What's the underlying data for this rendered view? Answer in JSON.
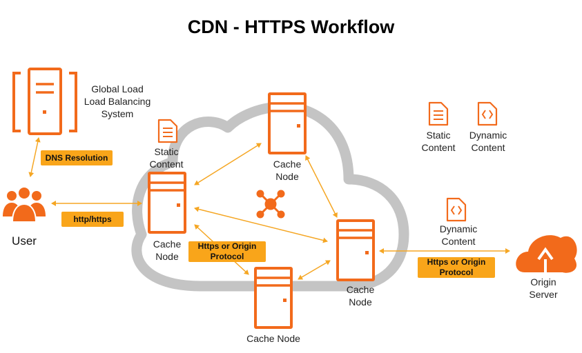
{
  "title": "CDN - HTTPS Workflow",
  "labels": {
    "global_load": "Global Load\nLoad Balancing\nSystem",
    "user": "User",
    "static_content_left": "Static\nContent",
    "cache_node_left": "Cache\nNode",
    "cache_node_top": "Cache\nNode",
    "cache_node_right": "Cache\nNode",
    "cache_node_bottom": "Cache Node",
    "static_content_right": "Static\nContent",
    "dynamic_content_right": "Dynamic\nContent",
    "dynamic_content_mid": "Dynamic\nContent",
    "origin_server": "Origin\nServer"
  },
  "badges": {
    "dns": "DNS Resolution",
    "http": "http/https",
    "https_origin_left": "Https or Origin\nProtocol",
    "https_origin_right": "Https or Origin\nProtocol"
  },
  "colors": {
    "accent": "#f26a1b",
    "badge": "#f9a51a",
    "arrow": "#f5a623",
    "cloud": "#c4c4c4"
  },
  "icons": [
    "server-icon",
    "users-icon",
    "document-icon",
    "code-document-icon",
    "hub-icon",
    "origin-cloud-icon"
  ]
}
